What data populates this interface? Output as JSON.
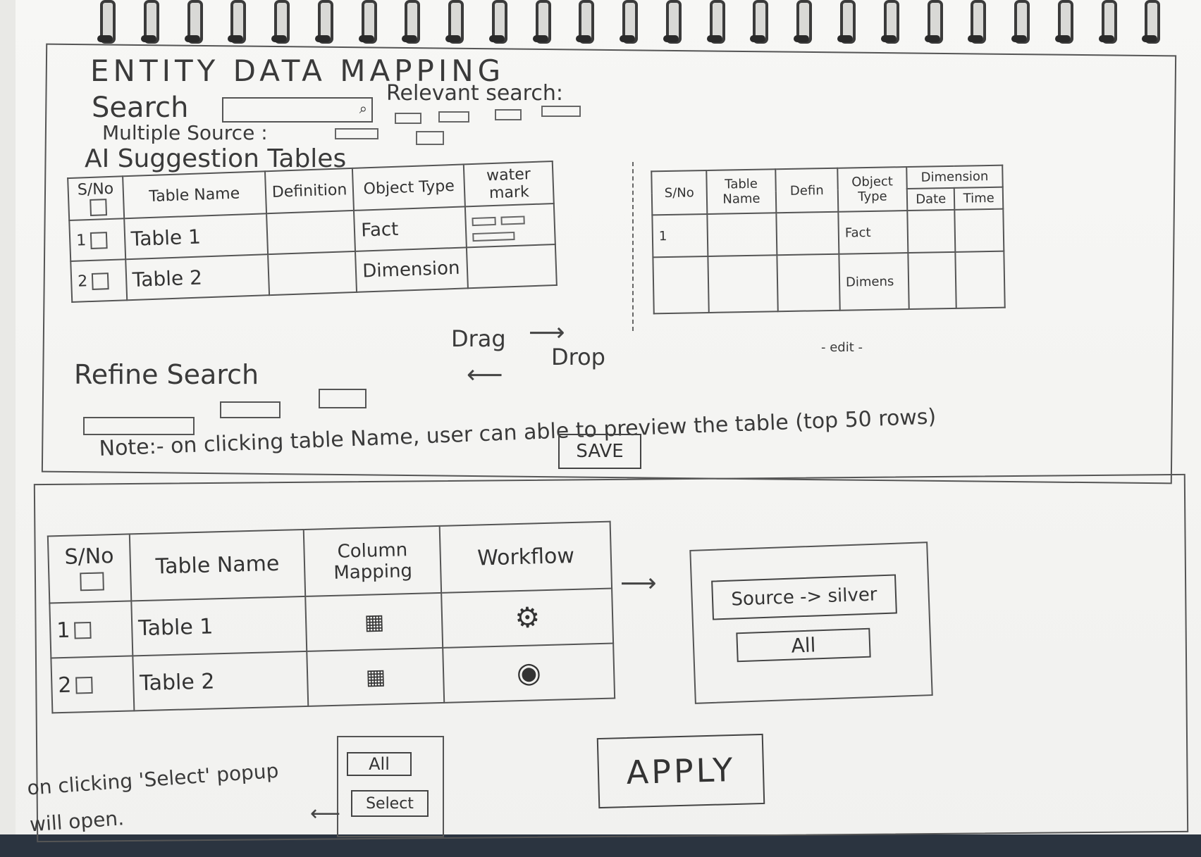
{
  "title": "ENTITY DATA MAPPING",
  "search": {
    "label": "Search",
    "icon": "search-icon"
  },
  "relevant_search": {
    "label": "Relevant search:"
  },
  "multiple_source": {
    "label": "Multiple Source :"
  },
  "ai_suggestion": {
    "label": "AI Suggestion Tables",
    "headers": [
      "S/No",
      "Table Name",
      "Definition",
      "Object Type",
      "water mark"
    ],
    "rows": [
      {
        "sno": "1",
        "name": "Table 1",
        "object_type": "Fact"
      },
      {
        "sno": "2",
        "name": "Table 2",
        "object_type": "Dimension"
      }
    ]
  },
  "target_table": {
    "headers": [
      "S/No",
      "Table Name",
      "Defin",
      "Object Type",
      "Dimension"
    ],
    "subheaders": [
      "Date",
      "Time"
    ],
    "rows": [
      {
        "sno": "1",
        "object_type": "Fact"
      },
      {
        "sno": "",
        "object_type": "Dimens"
      }
    ],
    "edit_label": "- edit -"
  },
  "drag_label": "Drag",
  "drop_label": "Drop",
  "refine_search": {
    "label": "Refine Search"
  },
  "note": "Note:- on clicking table Name, user can able to preview the table (top 50 rows)",
  "save_button": "SAVE",
  "mapping_table": {
    "headers": [
      "S/No",
      "Table Name",
      "Column Mapping",
      "Workflow"
    ],
    "rows": [
      {
        "sno": "1",
        "name": "Table 1"
      },
      {
        "sno": "2",
        "name": "Table 2"
      }
    ]
  },
  "select_popup": {
    "all_label": "All",
    "select_label": "Select"
  },
  "popup_note": "on clicking 'Select' popup will open.",
  "workflow_panel": {
    "source_silver": "Source -> silver",
    "all_label": "All"
  },
  "apply_button": "APPLY"
}
